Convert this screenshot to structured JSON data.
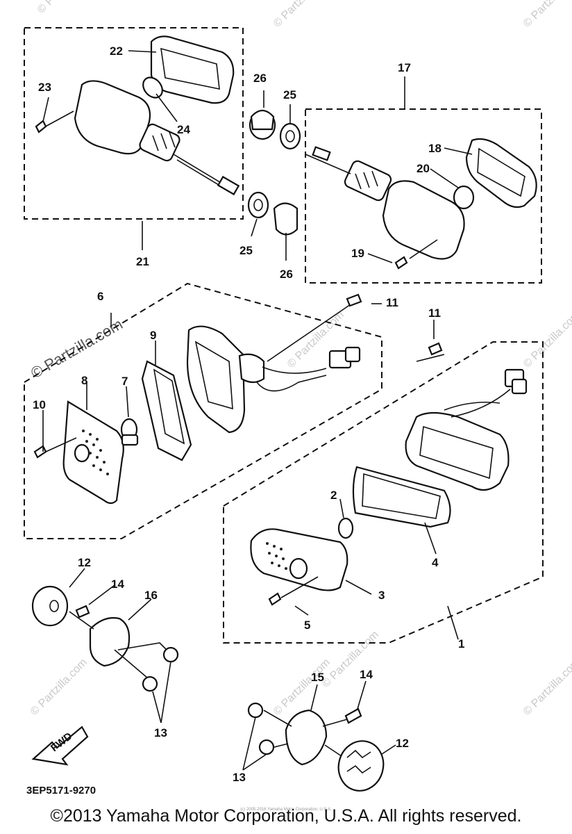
{
  "labels": {
    "n1": "1",
    "n2": "2",
    "n3": "3",
    "n4": "4",
    "n5": "5",
    "n6": "6",
    "n7": "7",
    "n8": "8",
    "n9": "9",
    "n10": "10",
    "n11a": "11",
    "n11b": "11",
    "n12a": "12",
    "n12b": "12",
    "n13a": "13",
    "n13b": "13",
    "n14a": "14",
    "n14b": "14",
    "n15": "15",
    "n16": "16",
    "n17": "17",
    "n18": "18",
    "n19": "19",
    "n20": "20",
    "n21": "21",
    "n22": "22",
    "n23": "23",
    "n24": "24",
    "n25a": "25",
    "n25b": "25",
    "n26a": "26",
    "n26b": "26"
  },
  "watermark": {
    "main": "© Partzilla.com",
    "corner": "© Partzilla.com"
  },
  "fwd_label": "FWD",
  "diagram_code": "3EP5171-9270",
  "footer": {
    "copyright": "©2013 Yamaha Motor Corporation, U.S.A. All rights reserved.",
    "small_note": "(c) 2005-2016 Yamaha Motor Corporation, U.S.A."
  }
}
